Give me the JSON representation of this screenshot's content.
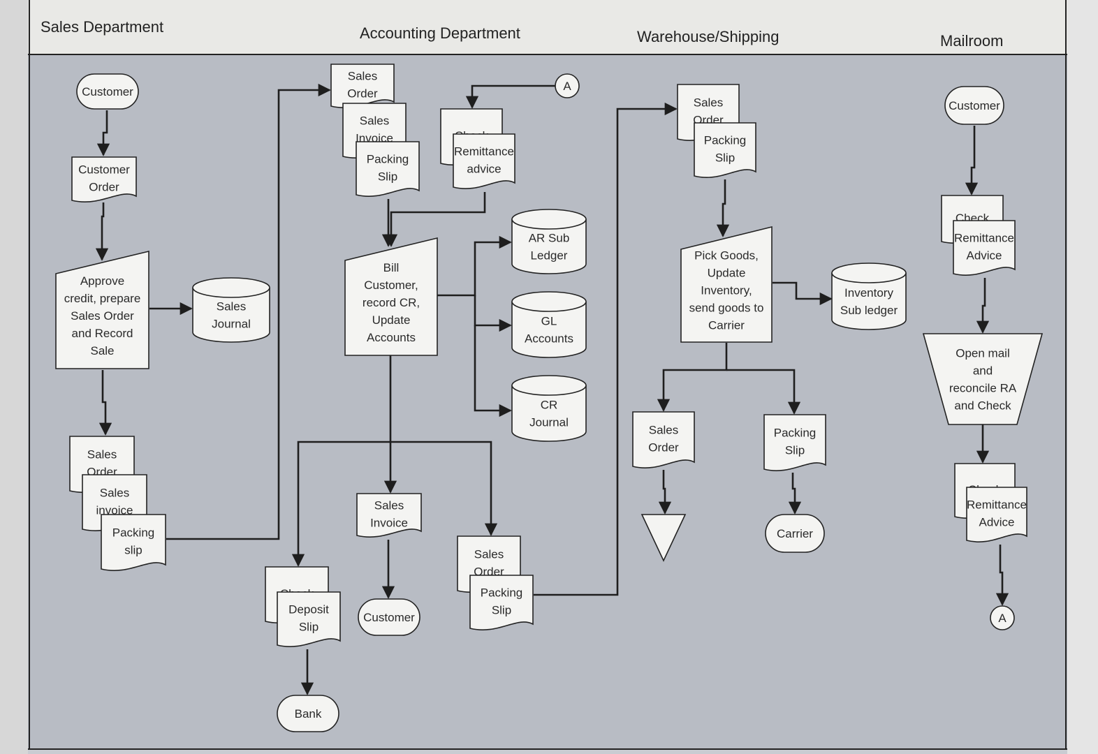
{
  "lanes": [
    {
      "id": "sales",
      "title": "Sales Department"
    },
    {
      "id": "accounting",
      "title": "Accounting Department"
    },
    {
      "id": "warehouse",
      "title": "Warehouse/Shipping"
    },
    {
      "id": "mailroom",
      "title": "Mailroom"
    }
  ],
  "nodes": [
    {
      "id": "s_customer",
      "shape": "terminal",
      "lines": [
        "Customer"
      ]
    },
    {
      "id": "s_cust_order",
      "shape": "document",
      "lines": [
        "Customer",
        "Order"
      ]
    },
    {
      "id": "s_approve",
      "shape": "manual",
      "lines": [
        "Approve",
        "credit, prepare",
        "Sales Order",
        "and Record",
        "Sale"
      ]
    },
    {
      "id": "s_sales_journal",
      "shape": "cylinder",
      "lines": [
        "Sales",
        "Journal"
      ]
    },
    {
      "id": "s_sales_order",
      "shape": "document",
      "lines": [
        "Sales",
        "Order"
      ]
    },
    {
      "id": "s_sales_invoice",
      "shape": "document",
      "lines": [
        "Sales",
        "invoice"
      ]
    },
    {
      "id": "s_packing_slip",
      "shape": "document",
      "lines": [
        "Packing",
        "slip"
      ]
    },
    {
      "id": "a_sales_order",
      "shape": "document",
      "lines": [
        "Sales",
        "Order"
      ]
    },
    {
      "id": "a_sales_invoice",
      "shape": "document",
      "lines": [
        "Sales",
        "Invoice"
      ]
    },
    {
      "id": "a_packing_slip",
      "shape": "document",
      "lines": [
        "Packing",
        "Slip"
      ]
    },
    {
      "id": "a_connector_top",
      "shape": "connector",
      "lines": [
        "A"
      ]
    },
    {
      "id": "a_check",
      "shape": "document",
      "lines": [
        "Check"
      ]
    },
    {
      "id": "a_remittance",
      "shape": "document",
      "lines": [
        "Remittance",
        "advice"
      ]
    },
    {
      "id": "a_bill",
      "shape": "manual",
      "lines": [
        "Bill",
        "Customer,",
        "record CR,",
        "Update",
        "Accounts"
      ]
    },
    {
      "id": "a_ar_ledger",
      "shape": "cylinder",
      "lines": [
        "AR Sub",
        "Ledger"
      ]
    },
    {
      "id": "a_gl",
      "shape": "cylinder",
      "lines": [
        "GL",
        "Accounts"
      ]
    },
    {
      "id": "a_cr_journal",
      "shape": "cylinder",
      "lines": [
        "CR",
        "Journal"
      ]
    },
    {
      "id": "a_sales_invoice2",
      "shape": "document",
      "lines": [
        "Sales",
        "Invoice"
      ]
    },
    {
      "id": "a_customer",
      "shape": "terminal",
      "lines": [
        "Customer"
      ]
    },
    {
      "id": "a_check2",
      "shape": "document",
      "lines": [
        "Check"
      ]
    },
    {
      "id": "a_deposit_slip",
      "shape": "document",
      "lines": [
        "Deposit",
        "Slip"
      ]
    },
    {
      "id": "a_bank",
      "shape": "terminal",
      "lines": [
        "Bank"
      ]
    },
    {
      "id": "a_sales_order2",
      "shape": "document",
      "lines": [
        "Sales",
        "Order"
      ]
    },
    {
      "id": "a_packing_slip2",
      "shape": "document",
      "lines": [
        "Packing",
        "Slip"
      ]
    },
    {
      "id": "w_sales_order",
      "shape": "document",
      "lines": [
        "Sales",
        "Order"
      ]
    },
    {
      "id": "w_packing_slip",
      "shape": "document",
      "lines": [
        "Packing",
        "Slip"
      ]
    },
    {
      "id": "w_pick_goods",
      "shape": "manual",
      "lines": [
        "Pick Goods,",
        "Update",
        "Inventory,",
        "send goods to",
        "Carrier"
      ]
    },
    {
      "id": "w_inventory",
      "shape": "cylinder",
      "lines": [
        "Inventory",
        "Sub ledger"
      ]
    },
    {
      "id": "w_sales_order2",
      "shape": "document",
      "lines": [
        "Sales",
        "Order"
      ]
    },
    {
      "id": "w_file",
      "shape": "triangle",
      "lines": []
    },
    {
      "id": "w_packing_slip2",
      "shape": "document",
      "lines": [
        "Packing",
        "Slip"
      ]
    },
    {
      "id": "w_carrier",
      "shape": "terminal",
      "lines": [
        "Carrier"
      ]
    },
    {
      "id": "m_customer",
      "shape": "terminal",
      "lines": [
        "Customer"
      ]
    },
    {
      "id": "m_check",
      "shape": "document",
      "lines": [
        "Check"
      ]
    },
    {
      "id": "m_remittance",
      "shape": "document",
      "lines": [
        "Remittance",
        "Advice"
      ]
    },
    {
      "id": "m_open_mail",
      "shape": "trapezoid",
      "lines": [
        "Open mail",
        "and",
        "reconcile RA",
        "and Check"
      ]
    },
    {
      "id": "m_check2",
      "shape": "document",
      "lines": [
        "Check"
      ]
    },
    {
      "id": "m_remittance2",
      "shape": "document",
      "lines": [
        "Remittance",
        "Advice"
      ]
    },
    {
      "id": "m_connector",
      "shape": "connector",
      "lines": [
        "A"
      ]
    }
  ],
  "edges": [
    {
      "from": "s_customer",
      "to": "s_cust_order"
    },
    {
      "from": "s_cust_order",
      "to": "s_approve"
    },
    {
      "from": "s_approve",
      "to": "s_sales_journal"
    },
    {
      "from": "s_approve",
      "to": "s_sales_order"
    },
    {
      "from": "s_packing_slip",
      "to": "a_sales_order"
    },
    {
      "from": "a_connector_top",
      "to": "a_check"
    },
    {
      "from": "a_remittance",
      "to": "a_bill"
    },
    {
      "from": "a_packing_slip",
      "to": "a_bill"
    },
    {
      "from": "a_bill",
      "to": "a_ar_ledger"
    },
    {
      "from": "a_bill",
      "to": "a_gl"
    },
    {
      "from": "a_bill",
      "to": "a_cr_journal"
    },
    {
      "from": "a_bill",
      "to": "a_sales_invoice2"
    },
    {
      "from": "a_bill",
      "to": "a_check2"
    },
    {
      "from": "a_bill",
      "to": "a_sales_order2"
    },
    {
      "from": "a_sales_invoice2",
      "to": "a_customer"
    },
    {
      "from": "a_deposit_slip",
      "to": "a_bank"
    },
    {
      "from": "a_packing_slip2",
      "to": "w_sales_order"
    },
    {
      "from": "w_packing_slip",
      "to": "w_pick_goods"
    },
    {
      "from": "w_pick_goods",
      "to": "w_inventory"
    },
    {
      "from": "w_pick_goods",
      "to": "w_sales_order2"
    },
    {
      "from": "w_pick_goods",
      "to": "w_packing_slip2"
    },
    {
      "from": "w_sales_order2",
      "to": "w_file"
    },
    {
      "from": "w_packing_slip2",
      "to": "w_carrier"
    },
    {
      "from": "m_customer",
      "to": "m_check"
    },
    {
      "from": "m_remittance",
      "to": "m_open_mail"
    },
    {
      "from": "m_open_mail",
      "to": "m_check2"
    },
    {
      "from": "m_remittance2",
      "to": "m_connector"
    }
  ]
}
